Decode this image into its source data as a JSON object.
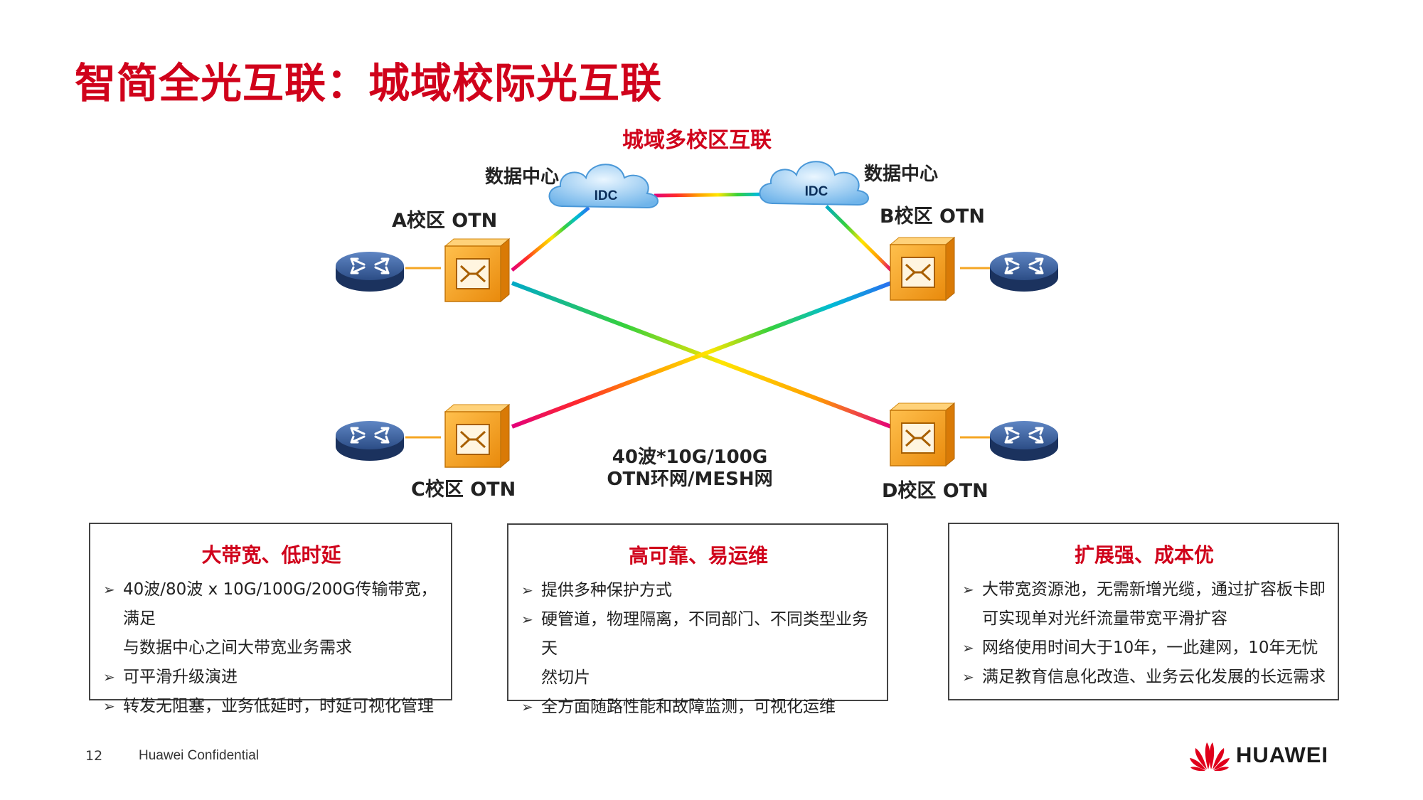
{
  "title": "智简全光互联：城域校际光互联",
  "diagram": {
    "title": "城域多校区互联",
    "dc_left": {
      "label": "数据中心",
      "cloud": "IDC"
    },
    "dc_right": {
      "label": "数据中心",
      "cloud": "IDC"
    },
    "node_a": "A校区  OTN",
    "node_b": "B校区 OTN",
    "node_c": "C校区 OTN",
    "node_d": "D校区 OTN",
    "network_line1": "40波*10G/100G",
    "network_line2": "OTN环网/MESH网"
  },
  "boxes": [
    {
      "title": "大带宽、低时延",
      "items": [
        "40波/80波 x 10G/100G/200G传输带宽，满足",
        "与数据中心之间大带宽业务需求",
        "可平滑升级演进",
        "转发无阻塞，业务低延时，时延可视化管理"
      ]
    },
    {
      "title": "高可靠、易运维",
      "items": [
        "提供多种保护方式",
        "硬管道，物理隔离，不同部门、不同类型业务天",
        "然切片",
        "全方面随路性能和故障监测，可视化运维"
      ]
    },
    {
      "title": "扩展强、成本优",
      "items": [
        "大带宽资源池，无需新增光缆，通过扩容板卡即",
        "可实现单对光纤流量带宽平滑扩容",
        "网络使用时间大于10年，一此建网，10年无忧",
        "满足教育信息化改造、业务云化发展的长远需求"
      ]
    }
  ],
  "footer": {
    "page": "12",
    "confidential": "Huawei Confidential",
    "brand": "HUAWEI"
  },
  "colors": {
    "accent": "#d0021b",
    "otn": "#f5a623",
    "router": "#1f3a6b",
    "cloud": "#3a8fd8"
  }
}
